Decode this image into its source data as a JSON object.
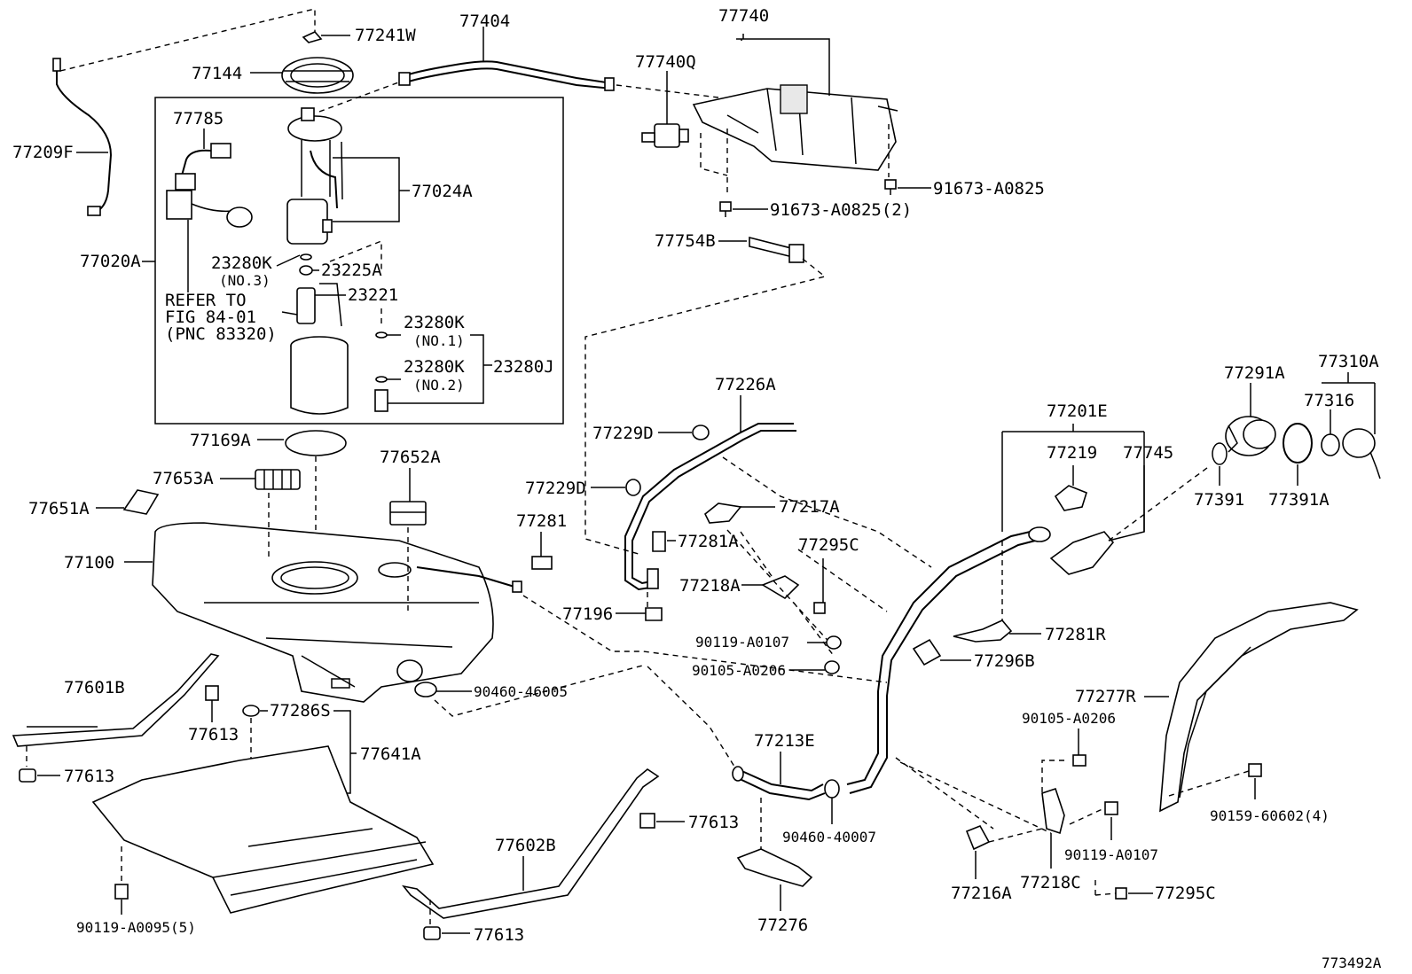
{
  "diagram_id": "773492A",
  "labels": {
    "l77241W": "77241W",
    "l77404": "77404",
    "l77740": "77740",
    "l77740Q": "77740Q",
    "l77144": "77144",
    "l77785": "77785",
    "l77209F": "77209F",
    "l77024A": "77024A",
    "l77020A": "77020A",
    "l23280K_a": "23280K",
    "l23280K_a_sub": "(NO.3)",
    "l23225A": "23225A",
    "l23221": "23221",
    "l23280K_b": "23280K",
    "l23280K_b_sub": "(NO.1)",
    "l23280K_c": "23280K",
    "l23280K_c_sub": "(NO.2)",
    "l23280J": "23280J",
    "refer1": "REFER TO",
    "refer2": "FIG 84-01",
    "refer3": "(PNC 83320)",
    "l91673_a": "91673-A0825",
    "l91673_b": "91673-A0825(2)",
    "l77754B": "77754B",
    "l77169A": "77169A",
    "l77652A": "77652A",
    "l77653A": "77653A",
    "l77651A": "77651A",
    "l77100": "77100",
    "l77281": "77281",
    "l77226A": "77226A",
    "l77229D_a": "77229D",
    "l77229D_b": "77229D",
    "l77281A": "77281A",
    "l77217A": "77217A",
    "l77295C_a": "77295C",
    "l77218A": "77218A",
    "l77196": "77196",
    "l90119_A0107_a": "90119-A0107",
    "l90105_A0206_a": "90105-A0206",
    "l77201E": "77201E",
    "l77219": "77219",
    "l77745": "77745",
    "l77291A": "77291A",
    "l77310A": "77310A",
    "l77316": "77316",
    "l77391": "77391",
    "l77391A": "77391A",
    "l77281R": "77281R",
    "l77296B": "77296B",
    "l77277R": "77277R",
    "l90105_A0206_b": "90105-A0206",
    "l90159": "90159-60602(4)",
    "l90119_A0107_b": "90119-A0107",
    "l77216A": "77216A",
    "l77218C": "77218C",
    "l77295C_b": "77295C",
    "l77213E": "77213E",
    "l90460_40007": "90460-40007",
    "l77276": "77276",
    "l77602B": "77602B",
    "l77613_a": "77613",
    "l77613_b": "77613",
    "l77613_c": "77613",
    "l77613_d": "77613",
    "l77601B": "77601B",
    "l77286S": "77286S",
    "l77641A": "77641A",
    "l90119_A0095": "90119-A0095(5)",
    "l90460_46005": "90460-46005"
  }
}
